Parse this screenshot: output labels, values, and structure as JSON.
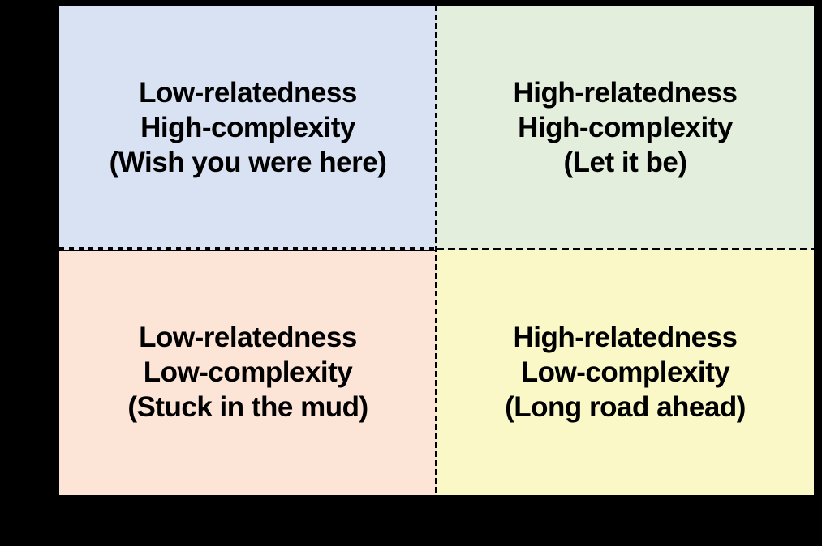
{
  "figure": {
    "background": "#000000",
    "matrix": {
      "divider_color": "#000000",
      "text_color": "#000000",
      "quadrants": [
        {
          "position": "top-left",
          "color": "#d9e2f3",
          "lines": [
            "Low-relatedness",
            "High-complexity",
            "(Wish you were here)"
          ]
        },
        {
          "position": "top-right",
          "color": "#e3efdc",
          "lines": [
            "High-relatedness",
            "High-complexity",
            "(Let it be)"
          ]
        },
        {
          "position": "bottom-left",
          "color": "#fce4d6",
          "lines": [
            "Low-relatedness",
            "Low-complexity",
            "(Stuck in the mud)"
          ]
        },
        {
          "position": "bottom-right",
          "color": "#f9f8c6",
          "lines": [
            "High-relatedness",
            "Low-complexity",
            "(Long road ahead)"
          ]
        }
      ]
    }
  }
}
